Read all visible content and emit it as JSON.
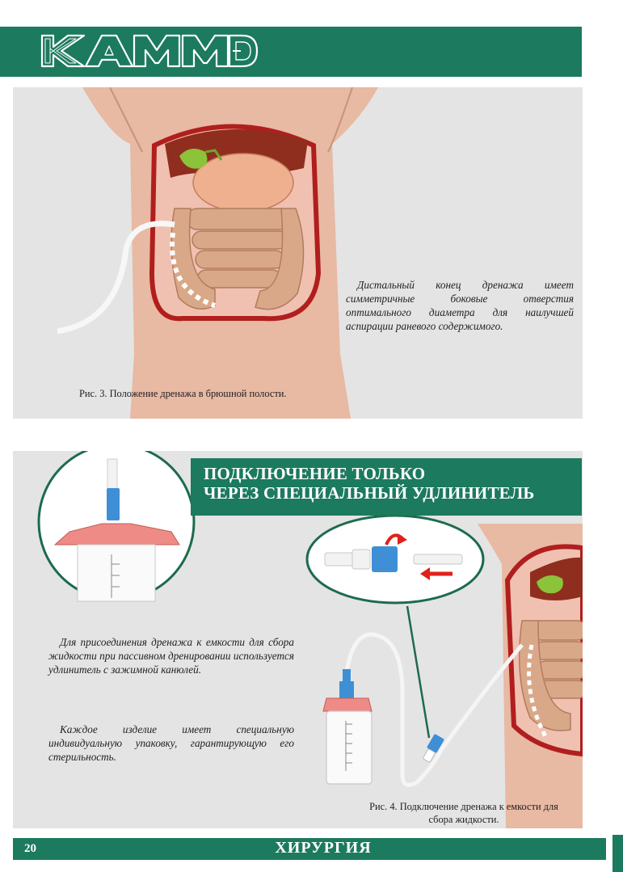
{
  "brand": {
    "logo_text": "KAMMED",
    "color_primary": "#1c7a5e"
  },
  "figure3": {
    "description": "Дистальный конец дренажа имеет симметричные боковые отверстия оптимального диаметра для наилучшей аспирации раневого содержимого.",
    "caption": "Рис. 3. Положение дренажа в брюшной полости."
  },
  "section": {
    "title_line1": "ПОДКЛЮЧЕНИЕ ТОЛЬКО",
    "title_line2": "ЧЕРЕЗ СПЕЦИАЛЬНЫЙ УДЛИНИТЕЛЬ"
  },
  "figure4": {
    "paragraph1": "Для присоединения дренажа к емкости для сбора жидкости при пассивном дренировании используется удлинитель с зажимной канюлей.",
    "paragraph2": "Каждое изделие имеет специальную индивидуальную упаковку, гарантирующую его стерильность.",
    "caption_line1": "Рис. 4. Подключение дренажа к емкости для",
    "caption_line2": "сбора жидкости."
  },
  "footer": {
    "page_number": "20",
    "section_name": "ХИРУРГИЯ"
  }
}
